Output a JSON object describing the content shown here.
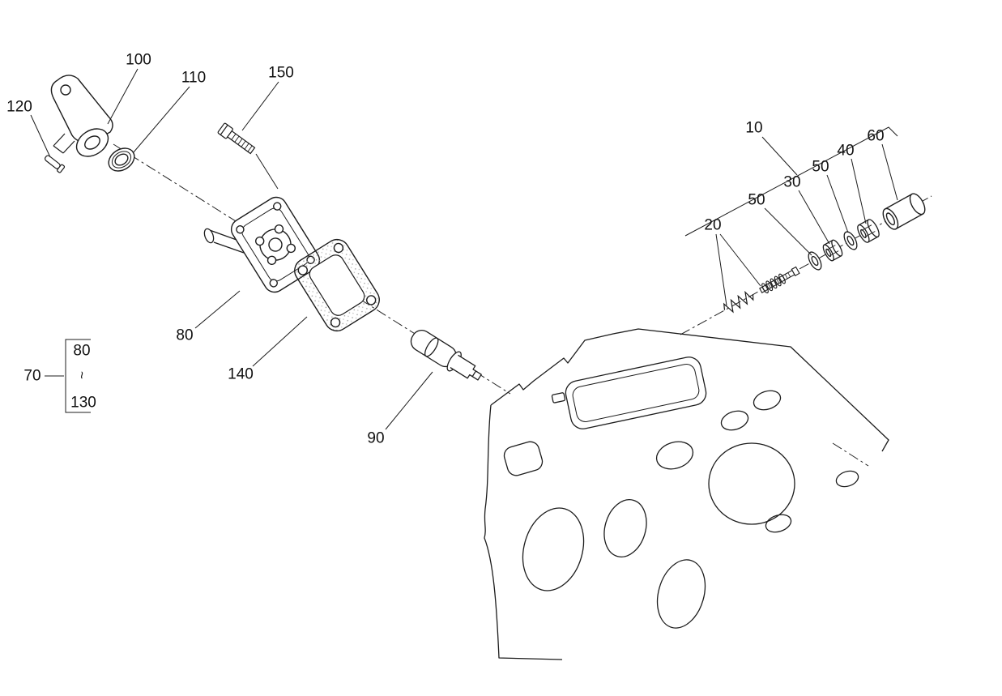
{
  "figure": {
    "type": "exploded-parts-diagram",
    "background": "#ffffff",
    "line_color": "#1c1c1c",
    "callouts": {
      "l10": "10",
      "l20": "20",
      "l30": "30",
      "l40": "40",
      "l50_upper": "50",
      "l50_lower": "50",
      "l60": "60",
      "l70": "70",
      "l80": "80",
      "l90": "90",
      "l100": "100",
      "l110": "110",
      "l120": "120",
      "l140": "140",
      "l150": "150"
    },
    "range_group": {
      "from": "80",
      "separator": "~",
      "to": "130"
    }
  }
}
